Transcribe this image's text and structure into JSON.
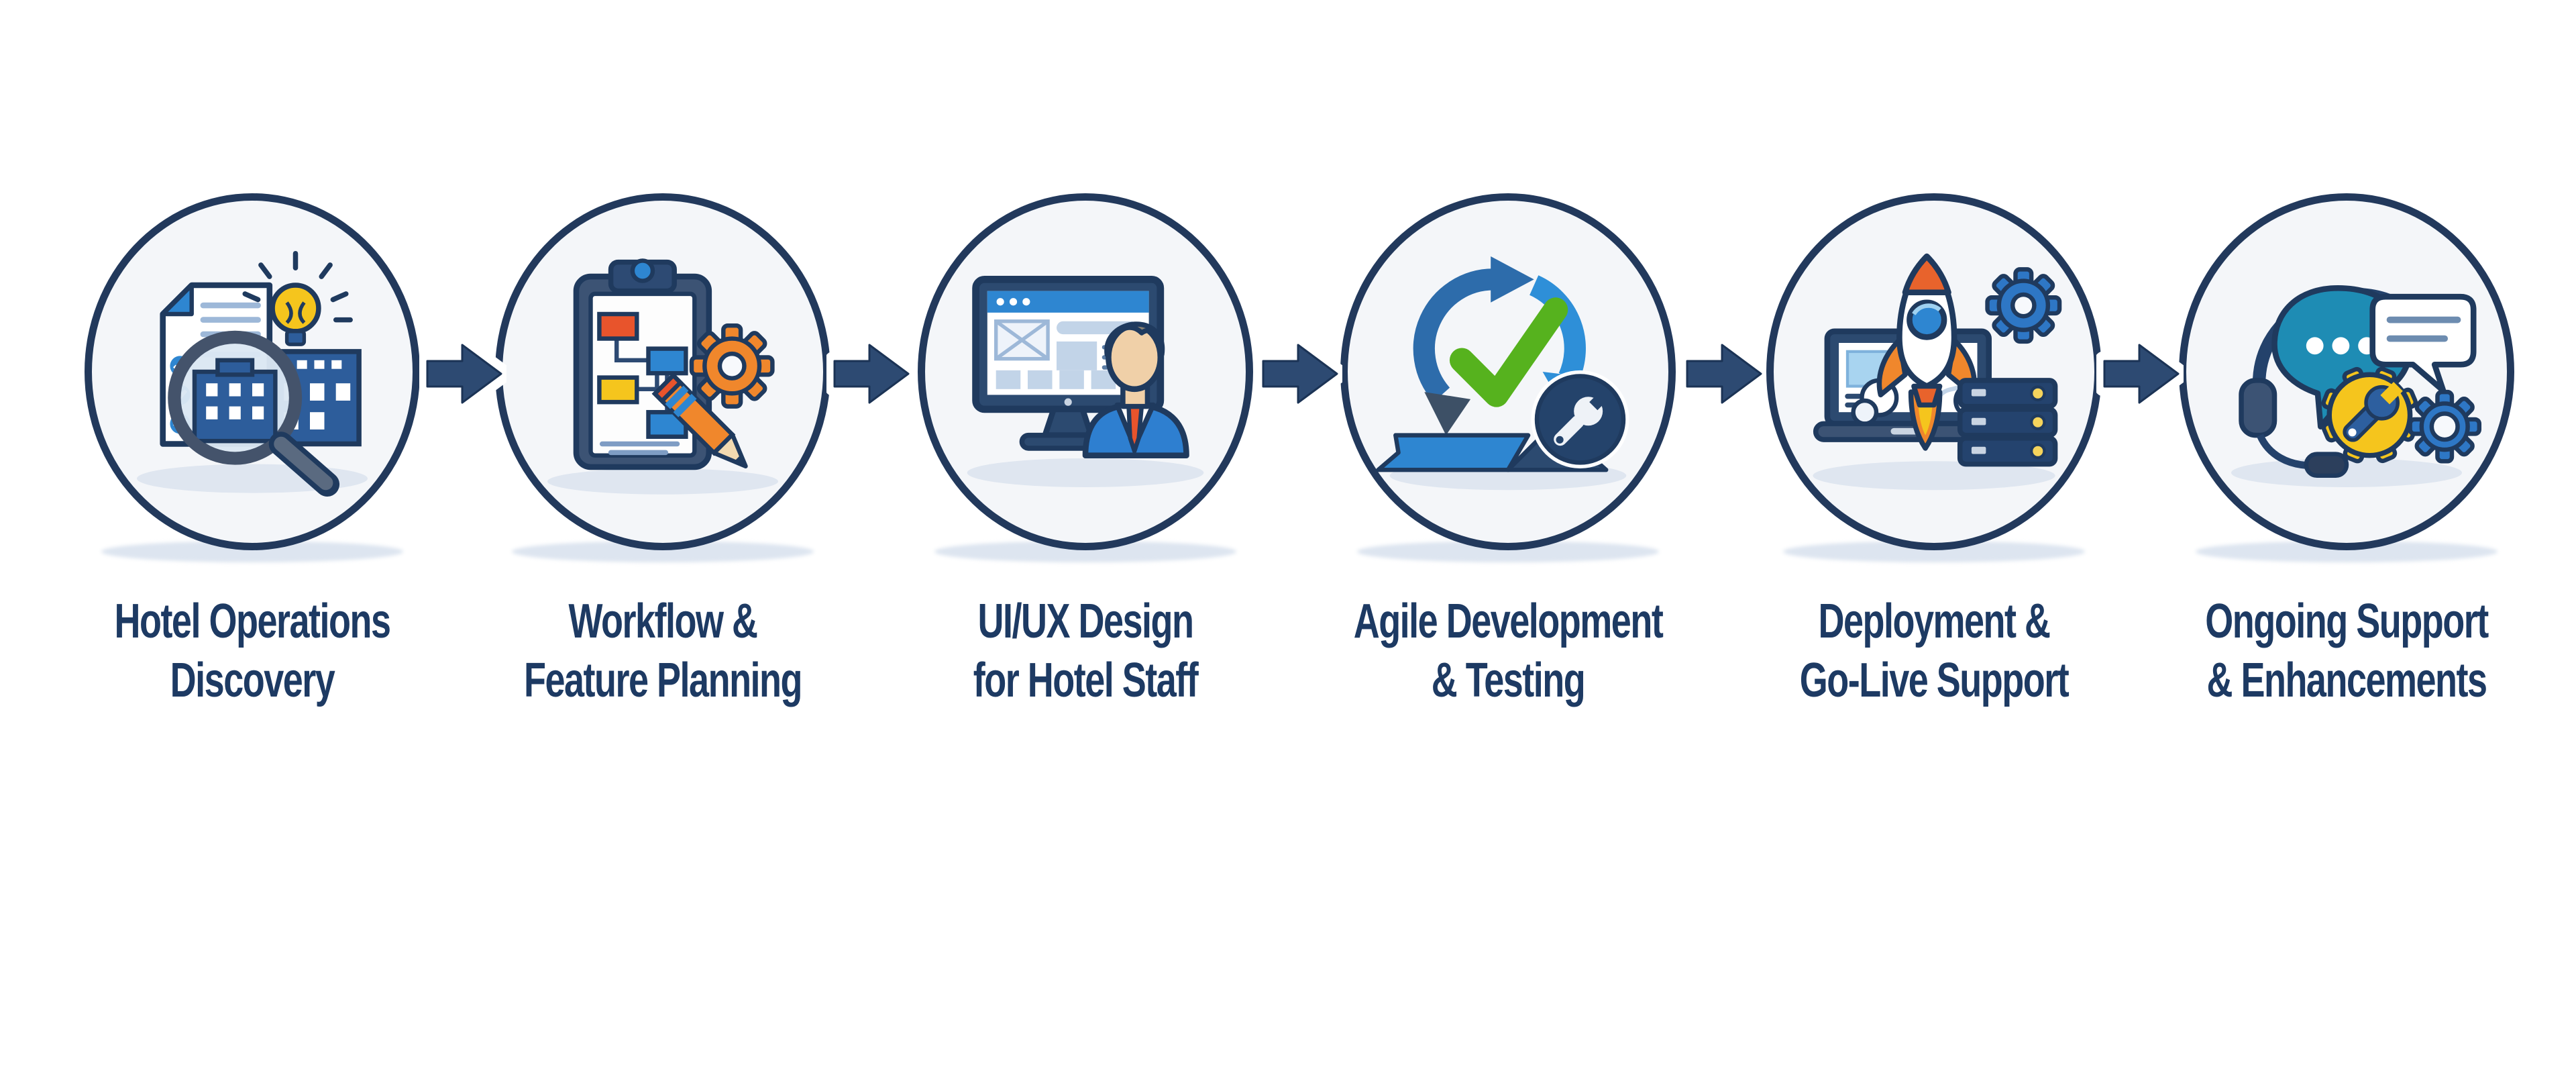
{
  "diagram": {
    "type": "process-flow-infographic",
    "background": "#ffffff",
    "direction": "left-to-right",
    "step_count": 6
  },
  "palette": {
    "circle_border": "#22395c",
    "circle_fill": "#f4f6f9",
    "navy_outline": "#1f3a5e",
    "title_text": "#1d3a63",
    "arrow_fill": "#2d4a72",
    "bright_blue": "#2e86d1",
    "mid_blue": "#2d5d9b",
    "light_blue": "#c2d4e8",
    "slate": "#3c5374",
    "orange": "#f0872c",
    "red_orange": "#e8542c",
    "yellow": "#f5c51d",
    "green_check": "#56b21e",
    "teal": "#1e8cb4",
    "skin": "#f0d0a8",
    "ground_shadow": "#dde5f0"
  },
  "steps": [
    {
      "index": 1,
      "title_line1": "Hotel Operations",
      "title_line2": "Discovery",
      "icon": "magnifier-hotel-checklist-lightbulb-icon"
    },
    {
      "index": 2,
      "title_line1": "Workflow &",
      "title_line2": "Feature Planning",
      "icon": "clipboard-flowchart-gear-pencil-icon"
    },
    {
      "index": 3,
      "title_line1": "UI/UX Design",
      "title_line2": "for Hotel Staff",
      "icon": "monitor-wireframe-staff-user-icon"
    },
    {
      "index": 4,
      "title_line1": "Agile Development",
      "title_line2": "& Testing",
      "icon": "agile-cycle-checkmark-wrench-icon"
    },
    {
      "index": 5,
      "title_line1": "Deployment &",
      "title_line2": "Go-Live Support",
      "icon": "laptop-rocket-server-gear-icon"
    },
    {
      "index": 6,
      "title_line1": "Ongoing Support",
      "title_line2": "& Enhancements",
      "icon": "headset-chat-bubbles-wrench-gear-icon"
    }
  ],
  "connectors": {
    "count": 5,
    "shape": "solid-right-arrow",
    "color": "#2d4a72"
  }
}
